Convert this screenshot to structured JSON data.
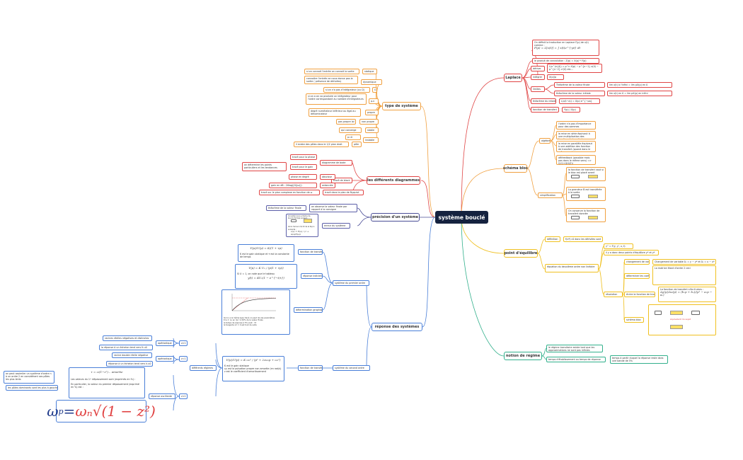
{
  "central": "système bouclé",
  "laplace": {
    "title": "Laplace",
    "def_text": "On définit la traduction en Laplace F(p) de x(t) comme :",
    "def_formula": "F(p) = L[x(t)] = ∫ x(t)e^{-pt} dt",
    "convolution": "le produit de convolution : Z(p) = X(p) * Y(p)",
    "deriver": "dériver",
    "deriver_formula": "L(x^(n)(t)) = p^n X(p) − p^{n−1} x(0) − p^{n−2} x'(0) etc…",
    "integrer": "intégrer",
    "integrer_formula": "X(p)/p",
    "limites": "limites",
    "thm_finale": "Théorème de la valeur finale",
    "thm_finale_formula": "lim x(t) à l'infini = lim pX(p) en 0",
    "thm_initiale": "théorème de la valeur initiale",
    "thm_initiale_formula": "lim x(t) en 0 = lim pX(p) en infini",
    "retard": "théorème du retard",
    "retard_formula": "L(x(t−a)) = X(p) e^{−pa}",
    "transfert": "fonction de transfert",
    "transfert_formula": "Y(p) / X(p)"
  },
  "schema_bloc": {
    "title": "schéma bloc",
    "algebre": "algèbre",
    "algebre_items": [
      "l'ordre n'a pas d'importance pour des sommes",
      "la mise en série équivaut à une multiplication des fonction de transfert",
      "la mise en parallèle équivaut à une addition des fonction de transfert (quand dans le même sens)",
      "aftfeedback (possible mais pas dans le même sens) => G/(1+GH(Z))"
    ],
    "simplification": "simplification",
    "simp_captions": [
      "la fonction de transfert vaut si le bloc est placé avant",
      "La grandeur B est transférée à la sortie",
      "On conserve la fonction de transfert donnée"
    ]
  },
  "point_equilibre": {
    "title": "point d'équilibre",
    "definition": "définition",
    "definition_text": "f(x*)=0 donc les dérivées sont",
    "eq_label": "équation du deuxième ordre non linéaire",
    "eq_formula": "y'' = F(y, y', u, t)",
    "eq_note": "il y a donc deux points d'équilibre y* et y*",
    "resolution": "résolution",
    "changement": "changement de variable",
    "changement_text": "Changement de variable δ₁ = y − y* et δ₂ = u − u*",
    "determiner": "déterminer les coefs",
    "determiner_text": "La matrice étant d'ordre 2 ceci",
    "ecrire": "écrire la fonction de transfert",
    "ecrire_text": "La fonction de transfert s'écrit alors :",
    "ecrire_formula": "Δy(p)/Δu(p) = (b₁p + b₀)/(p² − a₁p − a₀)",
    "schema_bloc": "schéma bloc",
    "schema_note": "équivalent du sujet"
  },
  "regime": {
    "title": "notion de régime",
    "item1": "le régime transitoire existe tant que les approximations ne sont pas infinies",
    "item2": "temps d'établissement ou temps de réponse",
    "item2_def": "temps à partir duquel la réponse reste dans une bande de 5%"
  },
  "type_systeme": {
    "title": "type de système",
    "rows": [
      {
        "label": "statique",
        "def": "si on connait l'entrée on connait la sortie"
      },
      {
        "label": "dynamique",
        "def": "connaitre l'entrée ne nous donne pas la sortie ( présence de dérivées)"
      },
      {
        "label": "G",
        "def": "si on n'a pas d'intégrateur (ou Cl)"
      },
      {
        "label": "p-n",
        "def": "si on a on va produire un intégrateur pour l'ordre correspondant au nombre d'intégrateurs"
      },
      {
        "label": "propre",
        "def": "degré numérateur inférieur ou égal au dénominateur"
      },
      {
        "label": "non propre",
        "def": "pas propre lol"
      },
      {
        "label": "stable",
        "def": "qui converge"
      },
      {
        "label": "instable",
        "def": ""
      }
    ],
    "pz_label": "pôle",
    "pz_val": "p=0",
    "poles_text": "il existe des pôles dans le 1/2 plan droit"
  },
  "diagrammes": {
    "title": "les différents diagrammes",
    "bode": "diagramme de bode",
    "bode_items": [
      "tracé pour la phase",
      "tracé pour le gain"
    ],
    "bode_note": "on détermine les points particuliers et les tendances",
    "black": "tracé de black",
    "black_phase": "phase en degré",
    "black_phase_lbl": "abscisse",
    "black_gain": "gain en dB : 20log(|G(jω)|)",
    "black_gain_lbl": "ordonnée",
    "nyquist": "tracé dans le plan de Nyquist",
    "nyquist_text": "tracé sur le plan complexe en fonction de ω"
  },
  "precision": {
    "title": "précision d'un système",
    "finale": "théorème de la valeur finale",
    "finale_text": "on observe la valeur finale par rapport à la consigne",
    "erreur": "erreur du système",
    "card_title": "Considérons le schéma de boucle fermée suivant :",
    "card_text": "Alors l'erreur s'écrit de la façon suivante :",
    "card_formula": "ε(s) = E(s) / (1 + G(s)H(s))"
  },
  "reponse": {
    "title": "réponse des systèmes",
    "premier": "système du premier ordre",
    "ft_label": "fonction de transfert",
    "ft_formula": "Y(p)/U(p) = K/(1 + τp)",
    "ft_note": "K est le gain statique et τ est la constante de temps",
    "indicielle": "réponse indicielle",
    "ind_formula": "Y(p) = K U₀ / (p(1 + τp))",
    "ind_note": "Si U = 1, on note que le tableau",
    "ind_formula2": "y(t) = KU₀(1 − e^{−t/τ})",
    "graphique": "détermination graphique",
    "graph_notes": [
      "Qu'on a le même type tracé on peut lire les paramètres",
      "K le 1ʳ ou en de τ à 63% de la valeur finale",
      "le temps de réponse à 5% vaut : 3τ",
      "la tangente à t = 0 est tout de suite"
    ],
    "second": "système du second ordre",
    "ft2_label": "fonction de transfert",
    "ft2_formula": "Y(p)/U(p) = K ω₀² / (p² + 2zω₀p + ω₀²)",
    "ft2_notes": [
      "K est le gain statique",
      "ω₀ est la pulsation propre non amortie (en rad/s)",
      "z est le coefficient d'amortissement"
    ],
    "regimes": "différents régimes",
    "z_gt": "z>1",
    "z_eq": "z=1",
    "z_lt": "z<1",
    "aperiodique": "apériodique",
    "critique": "apériodique",
    "oscillante": "réponse oscillante",
    "gt_items": [
      "racines réelles négatives et distinctes",
      "la réponse à un échelon tend vers K.u0"
    ],
    "eq_items": [
      "racine double réelle négative",
      "réponse à un échelon tend vers k.u0"
    ],
    "osc_side1": "on peut assimiler un système d'ordre n à un ordre 2 en considérant ses pôles les plus lents",
    "osc_side2": "les pôles dominants sont les plus à gauche",
    "osc_formula": "τ = ω(1−z²)... amortie",
    "osc_notes": [
      "Les valeurs du 1ᵉʳ dépassement sont (exprimés en %) :",
      "En particulier, la valeur du premier dépassement (exprimé en %) est :"
    ],
    "big_left": "ω",
    "big_sub": "p",
    "big_eq": " = ",
    "big_right": "ωₙ√(1 − z²)"
  },
  "colors": {
    "orange": "#f0a040",
    "red": "#e04545",
    "navy": "#4a4d96",
    "blue": "#4a7fd8",
    "green": "#32b08c",
    "central_bg": "#15223f"
  }
}
